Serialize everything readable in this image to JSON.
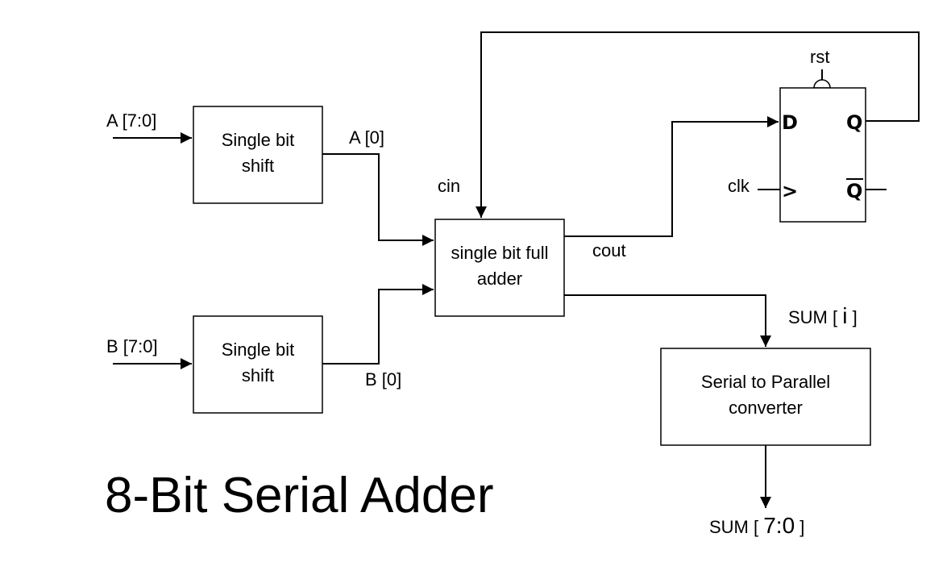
{
  "title": "8-Bit Serial Adder",
  "blocks": {
    "shift_a": {
      "line1": "Single bit",
      "line2": "shift"
    },
    "shift_b": {
      "line1": "Single bit",
      "line2": "shift"
    },
    "full_adder": {
      "line1": "single bit full",
      "line2": "adder"
    },
    "converter": {
      "line1": "Serial to Parallel",
      "line2": "converter"
    }
  },
  "flip_flop": {
    "d_pin": "D",
    "q_pin": "Q",
    "qbar_pin": "Q",
    "clock_symbol": ">"
  },
  "signals": {
    "a_in": "A [7:0]",
    "b_in": "B [7:0]",
    "a_bit": "A [0]",
    "b_bit": "B [0]",
    "cin": "cin",
    "cout": "cout",
    "rst": "rst",
    "clk": "clk",
    "sum_i_prefix": "SUM [ ",
    "sum_i_index": "i",
    "sum_i_suffix": " ]",
    "sum_out_prefix": "SUM [ ",
    "sum_out_range": "7:0",
    "sum_out_suffix": " ]"
  }
}
